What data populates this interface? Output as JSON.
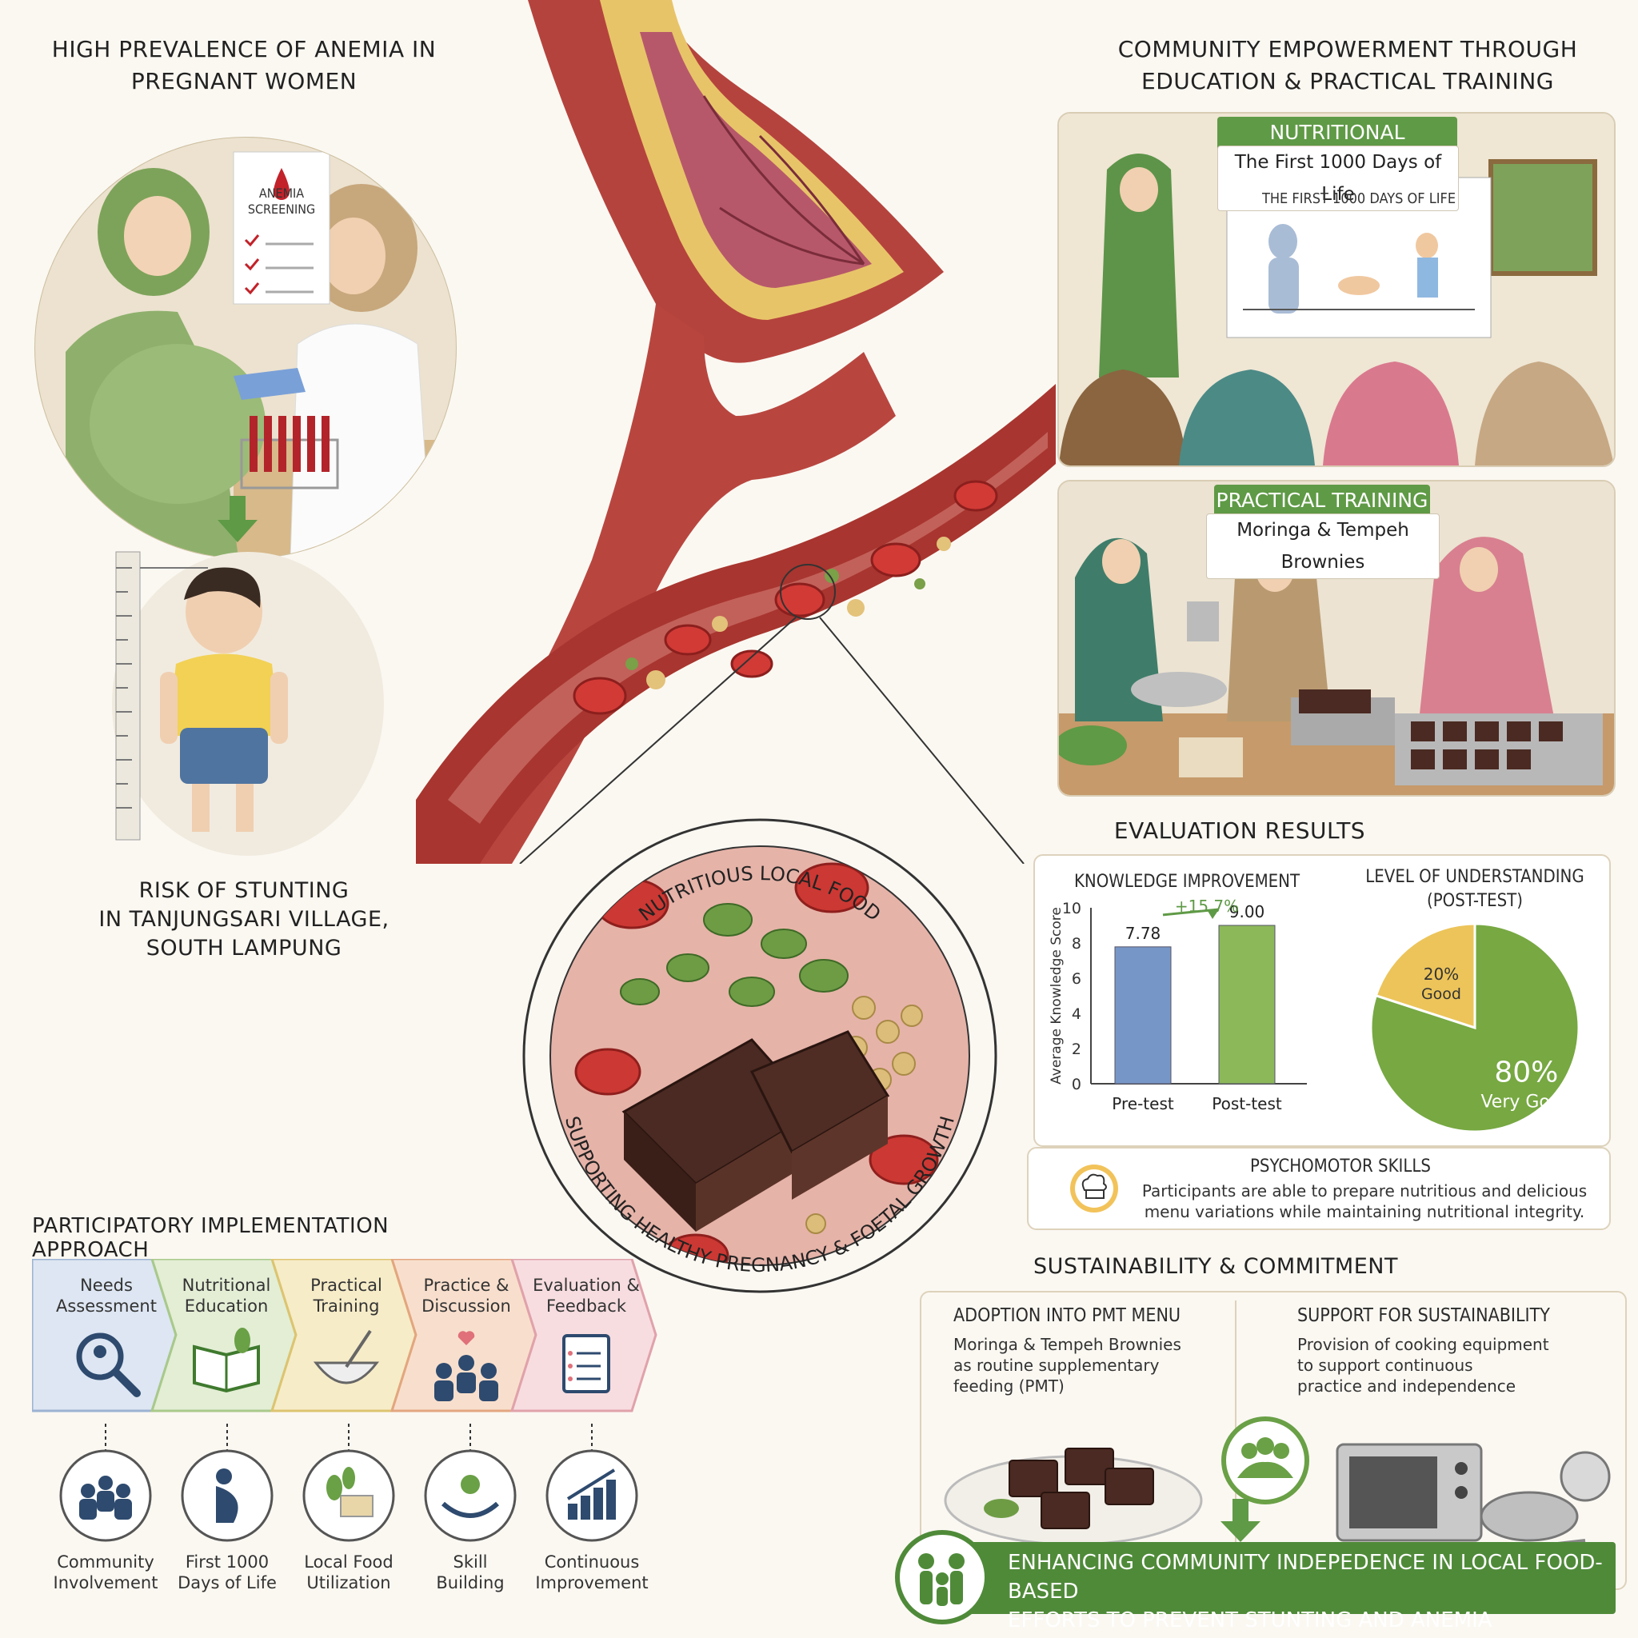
{
  "anemia": {
    "title_line1": "HIGH PREVALENCE OF ANEMIA IN",
    "title_line2": "PREGNANT WOMEN",
    "poster_line1": "ANEMIA",
    "poster_line2": "SCREENING"
  },
  "stunting": {
    "line1": "RISK OF STUNTING",
    "line2": "IN TANJUNGSARI VILLAGE,",
    "line3": "SOUTH LAMPUNG"
  },
  "community": {
    "title_line1": "COMMUNITY EMPOWERMENT THROUGH",
    "title_line2": "EDUCATION & PRACTICAL TRAINING",
    "education_tag": "NUTRITIONAL EDUCATION",
    "education_sub": "The First 1000 Days of Life",
    "board_title": "THE FIRST 1000 DAYS OF LIFE",
    "training_tag": "PRACTICAL TRAINING",
    "training_sub": "Moringa & Tempeh Brownies"
  },
  "food": {
    "arc_top": "NUTRITIOUS LOCAL FOOD",
    "arc_bottom": "SUPPORTING HEALTHY PREGNANCY & FOETAL GROWTH"
  },
  "evaluation": {
    "title": "EVALUATION RESULTS",
    "knowledge_title": "KNOWLEDGE IMPROVEMENT",
    "understanding_title_line1": "LEVEL OF UNDERSTANDING",
    "understanding_title_line2": "(POST-TEST)",
    "psychomotor_title": "PSYCHOMOTOR SKILLS",
    "psychomotor_line1": "Participants are able to prepare nutritious and delicious",
    "psychomotor_line2": "menu variations while maintaining nutritional integrity."
  },
  "chart_data": [
    {
      "type": "bar",
      "title": "KNOWLEDGE IMPROVEMENT",
      "categories": [
        "Pre-test",
        "Post-test"
      ],
      "values": [
        7.78,
        9.0
      ],
      "value_labels": [
        "7.78",
        "9.00"
      ],
      "ylabel": "Average Knowledge Score",
      "ylim": [
        0,
        10
      ],
      "yticks": [
        "0",
        "2",
        "4",
        "6",
        "8",
        "10"
      ],
      "annotation": "+15.7%",
      "colors": [
        "#7796c8",
        "#8cb85a"
      ]
    },
    {
      "type": "pie",
      "title": "LEVEL OF UNDERSTANDING (POST-TEST)",
      "slices": [
        {
          "label": "Very Good",
          "pct_label": "80%",
          "value": 80,
          "color": "#77a842"
        },
        {
          "label": "Good",
          "pct_label": "20%",
          "value": 20,
          "color": "#ecc45a"
        }
      ]
    }
  ],
  "approach": {
    "title": "PARTICIPATORY IMPLEMENTATION APPROACH",
    "steps": [
      {
        "line1": "Needs",
        "line2": "Assessment",
        "color": "#dde6f2",
        "border": "#9db3d3"
      },
      {
        "line1": "Nutritional",
        "line2": "Education",
        "color": "#e3eed5",
        "border": "#a9c98a"
      },
      {
        "line1": "Practical",
        "line2": "Training",
        "color": "#f6ecc8",
        "border": "#ddc470"
      },
      {
        "line1": "Practice &",
        "line2": "Discussion",
        "color": "#f8dfcd",
        "border": "#e3a67f"
      },
      {
        "line1": "Evaluation &",
        "line2": "Feedback",
        "color": "#f7dde0",
        "border": "#e0a2ab"
      }
    ],
    "outcomes": [
      {
        "line1": "Community",
        "line2": "Involvement"
      },
      {
        "line1": "First 1000",
        "line2": "Days of Life"
      },
      {
        "line1": "Local Food",
        "line2": "Utilization"
      },
      {
        "line1": "Skill",
        "line2": "Building"
      },
      {
        "line1": "Continuous",
        "line2": "Improvement"
      }
    ]
  },
  "sustainability": {
    "title": "SUSTAINABILITY & COMMITMENT",
    "adoption_title": "ADOPTION INTO PMT MENU",
    "adoption_line1": "Moringa & Tempeh Brownies",
    "adoption_line2": "as routine supplementary",
    "adoption_line3": "feeding (PMT)",
    "support_title": "SUPPORT FOR SUSTAINABILITY",
    "support_line1": "Provision of cooking equipment",
    "support_line2": "to support continuous",
    "support_line3": "practice and independence",
    "banner_line1": "ENHANCING COMMUNITY INDEPEDENCE IN LOCAL FOOD-BASED",
    "banner_line2": "EFFORTS TO PREVENT STUNTING AND ANEMIA"
  }
}
